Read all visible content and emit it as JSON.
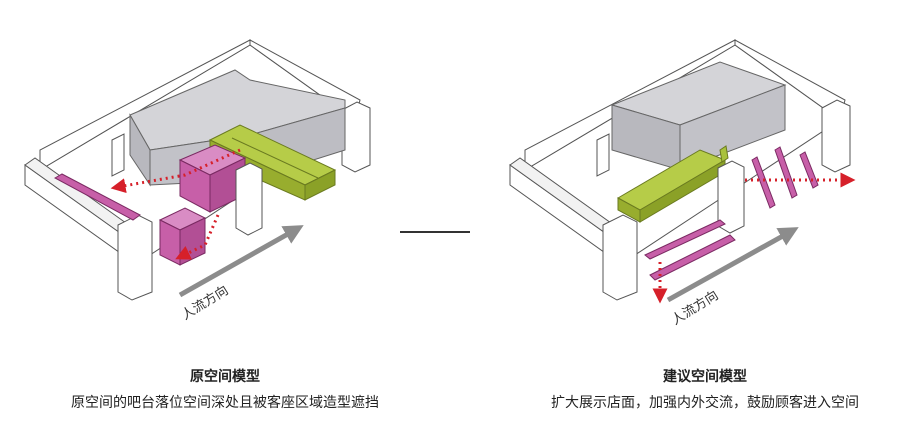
{
  "colors": {
    "wall": "#ffffff",
    "outline": "#555555",
    "gray_block": "#c8c8cc",
    "magenta": "#c75fa8",
    "lime": "#a9c23c",
    "arrow_red": "#d6202a",
    "flow_arrow": "#8c8c8c"
  },
  "left": {
    "flow_label": "人流方向",
    "title": "原空间模型",
    "description": "原空间的吧台落位空间深处且被客座区域造型遮挡"
  },
  "right": {
    "flow_label": "人流方向",
    "title": "建议空间模型",
    "description": "扩大展示店面，加强内外交流，鼓励顾客进入空间"
  },
  "icons": [
    "room-model",
    "flow-direction-arrow",
    "red-dotted-arrow"
  ]
}
